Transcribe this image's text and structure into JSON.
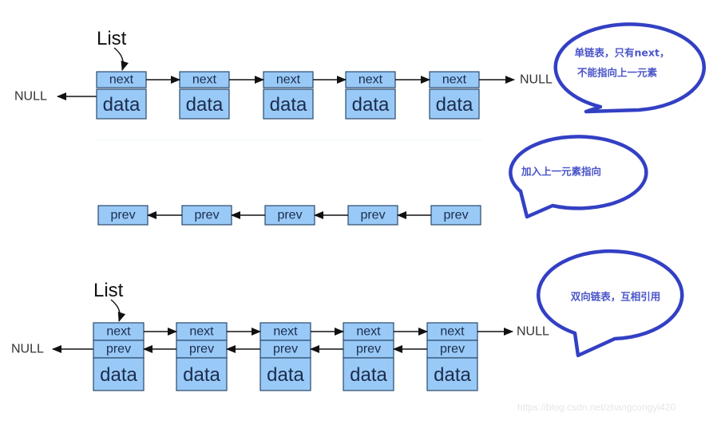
{
  "singly_linked": {
    "head_label": "List",
    "left_terminator": "NULL",
    "right_terminator": "NULL",
    "node_count": 5,
    "fields": [
      "next",
      "data"
    ]
  },
  "prev_pointers": {
    "node_count": 5,
    "fields": [
      "prev"
    ]
  },
  "doubly_linked": {
    "head_label": "List",
    "left_terminator": "NULL",
    "right_terminator": "NULL",
    "node_count": 5,
    "fields": [
      "next",
      "prev",
      "data"
    ]
  },
  "callouts": {
    "singly": {
      "lines": [
        "单链表，只有next，",
        "不能指向上一元素"
      ]
    },
    "prev": {
      "lines": [
        "加入上一元素指向"
      ]
    },
    "doubly": {
      "lines": [
        "双向链表，互相引用"
      ]
    }
  },
  "watermark": "https://blog.csdn.net/zhangcongyi420",
  "colors": {
    "node_fill": "#99c9f7",
    "node_border": "#2b4a6b",
    "callout_stroke": "#3340c4",
    "callout_text": "#4a55c8"
  }
}
